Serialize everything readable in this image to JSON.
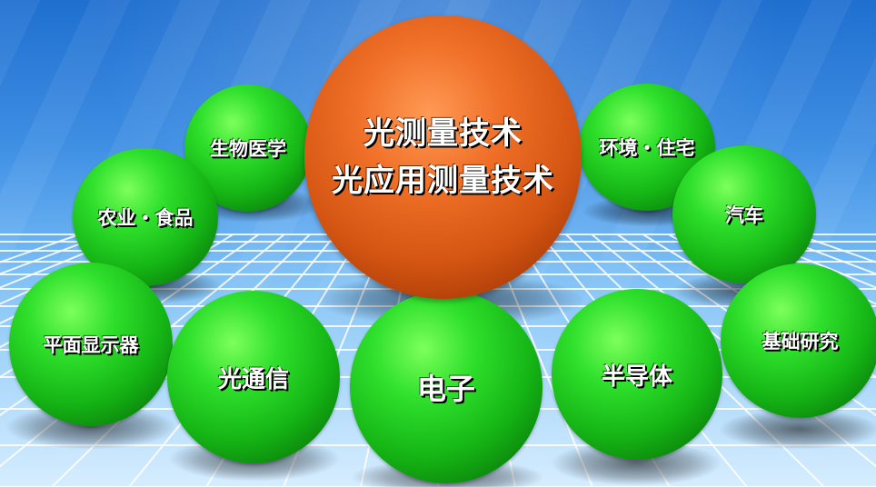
{
  "center": {
    "line1": "光测量技术",
    "line2": "光应用测量技术"
  },
  "applications": {
    "bio_medicine": "生物医学",
    "agriculture_food": "农业・食品",
    "flat_panel_display": "平面显示器",
    "optical_comm": "光通信",
    "electronics": "电子",
    "semiconductor": "半导体",
    "basic_research": "基础研究",
    "automobile": "汽车",
    "environment_housing": "环境・住宅"
  },
  "colors": {
    "center_sphere": "#e0601c",
    "application_sphere": "#22cc22",
    "background_top": "#1f6fd0",
    "background_bottom": "#cde9ff",
    "grid_line": "#ffffff"
  }
}
